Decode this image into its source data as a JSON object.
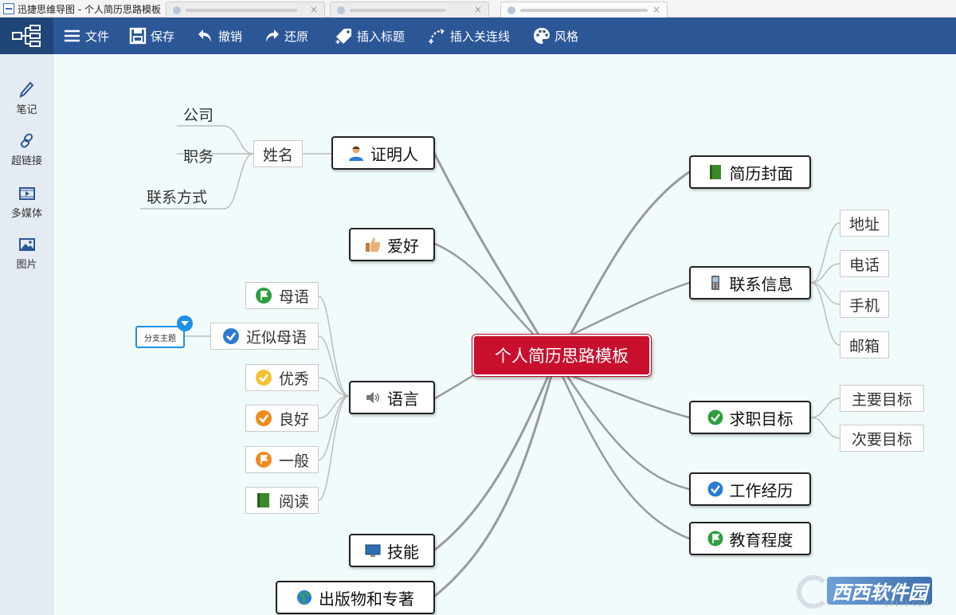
{
  "window": {
    "title": "迅捷思维导图 - 个人简历思路模板"
  },
  "toolbar": {
    "file": "文件",
    "save": "保存",
    "undo": "撤销",
    "redo": "还原",
    "insert_label": "插入标题",
    "insert_relation": "插入关连线",
    "style": "风格"
  },
  "sidebar": {
    "note": "笔记",
    "hyperlink": "超链接",
    "multimedia": "多媒体",
    "image": "图片"
  },
  "mindmap": {
    "root": "个人简历思路模板",
    "left": {
      "reference": {
        "label": "证明人",
        "name": "姓名",
        "details": [
          "公司",
          "职务",
          "联系方式"
        ]
      },
      "hobby": "爱好",
      "language": {
        "label": "语言",
        "items": [
          "母语",
          "近似母语",
          "优秀",
          "良好",
          "一般",
          "阅读"
        ]
      },
      "skill": "技能",
      "publication": "出版物和专著"
    },
    "right": {
      "cover": "简历封面",
      "contact": {
        "label": "联系信息",
        "items": [
          "地址",
          "电话",
          "手机",
          "邮箱"
        ]
      },
      "goal": {
        "label": "求职目标",
        "items": [
          "主要目标",
          "次要目标"
        ]
      },
      "experience": "工作经历",
      "education": "教育程度"
    },
    "floating_topic": "分支主题"
  },
  "colors": {
    "toolbar": "#2b5797",
    "root": "#c8102e",
    "canvas": "#f1fbfb",
    "sidebar": "#e4ebf2",
    "float_accent": "#1e90e6"
  },
  "watermark": {
    "brand": "西西软件园",
    "domain": "CR173.COM"
  }
}
